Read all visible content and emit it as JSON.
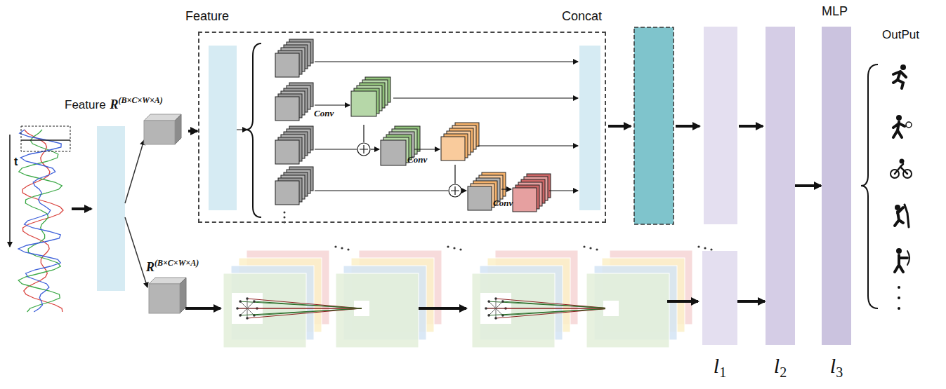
{
  "diagram": {
    "nodes": [
      {
        "text": [
          "Feature",
          "R",
          "(B×C×W×A)"
        ]
      },
      {
        "text": [
          "R",
          "(B×C×W×A)"
        ]
      },
      {
        "text": [
          "Feature",
          "Concat"
        ]
      },
      {
        "text": [
          "l",
          "1"
        ]
      },
      {
        "text": [
          "l",
          "2"
        ]
      },
      {
        "text": [
          "l",
          "3"
        ]
      }
    ],
    "edges": [
      {
        "from": 0,
        "to": 2,
        "arrow": "to"
      },
      {
        "from": 3,
        "to": 4,
        "arrow": "to"
      },
      {
        "from": 4,
        "to": 5,
        "arrow": "to"
      }
    ],
    "labels": [
      "Conv",
      "Conv",
      "Conv",
      "t",
      "MLP",
      "OutPut"
    ]
  }
}
